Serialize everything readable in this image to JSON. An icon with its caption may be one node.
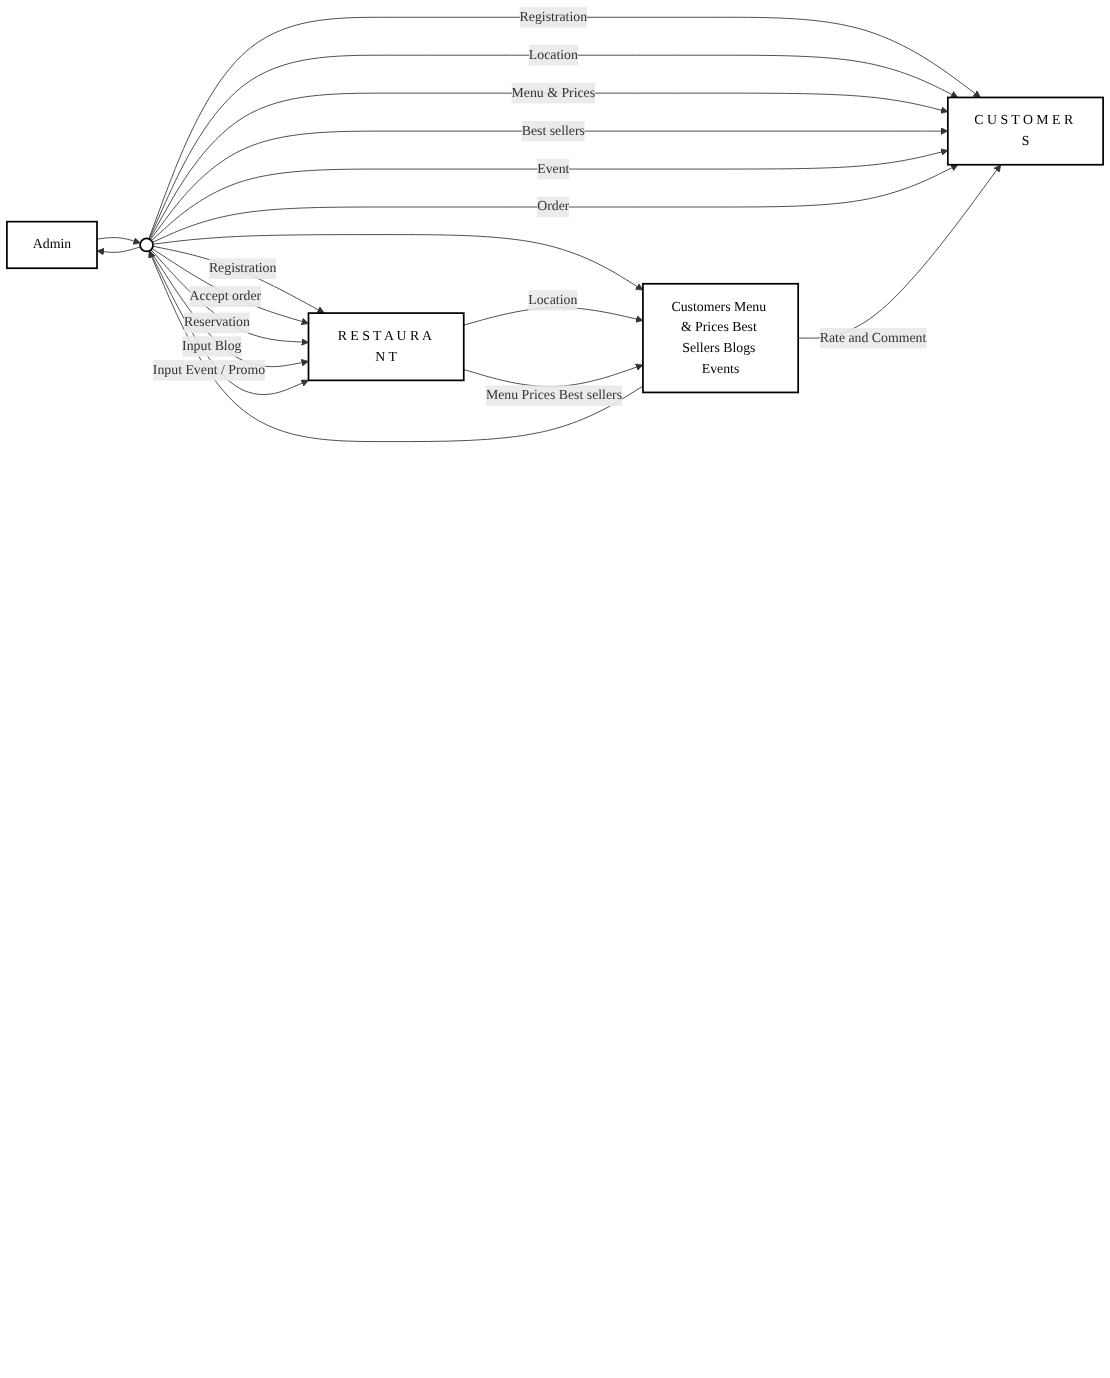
{
  "diagram": {
    "nodes": [
      {
        "text": [
          "C U S T O M E R S"
        ]
      },
      {
        "text": [
          "Admin"
        ]
      },
      {
        "text": [],
        "shape": "ellipse"
      },
      {
        "text": [
          "R E S T A U R A N T"
        ]
      },
      {
        "text": [
          "Customers Menu & Prices Best Sellers Blogs Events"
        ]
      }
    ],
    "edges": [
      {
        "from": 2,
        "to": 0,
        "arrow": "to",
        "label": "Registration"
      },
      {
        "from": 2,
        "to": 0,
        "arrow": "to",
        "label": "Location"
      },
      {
        "from": 2,
        "to": 0,
        "arrow": "to",
        "label": "Menu & Prices"
      },
      {
        "from": 2,
        "to": 0,
        "arrow": "to",
        "label": "Best sellers"
      },
      {
        "from": 2,
        "to": 0,
        "arrow": "to",
        "label": "Event"
      },
      {
        "from": 2,
        "to": 0,
        "arrow": "to",
        "label": "Order"
      },
      {
        "from": 4,
        "to": 0,
        "arrow": "to",
        "label": "Rate and Comment"
      },
      {
        "from": 2,
        "to": 1,
        "arrow": "to"
      },
      {
        "from": 1,
        "to": 2,
        "arrow": "to"
      },
      {
        "from": 2,
        "to": 3,
        "arrow": "to",
        "label": "Registration"
      },
      {
        "from": 2,
        "to": 3,
        "arrow": "to",
        "label": "Accept order"
      },
      {
        "from": 2,
        "to": 3,
        "arrow": "to",
        "label": "Reservation"
      },
      {
        "from": 2,
        "to": 3,
        "arrow": "to",
        "label": "Input Blog"
      },
      {
        "from": 2,
        "to": 3,
        "arrow": "to",
        "label": "Input Event / Promo"
      },
      {
        "from": 4,
        "to": 2,
        "arrow": "to"
      },
      {
        "from": 2,
        "to": 4,
        "arrow": "to"
      },
      {
        "from": 3,
        "to": 4,
        "arrow": "to",
        "label": "Location"
      },
      {
        "from": 3,
        "to": 4,
        "arrow": "to",
        "label": "Menu Prices Best sellers"
      }
    ]
  }
}
